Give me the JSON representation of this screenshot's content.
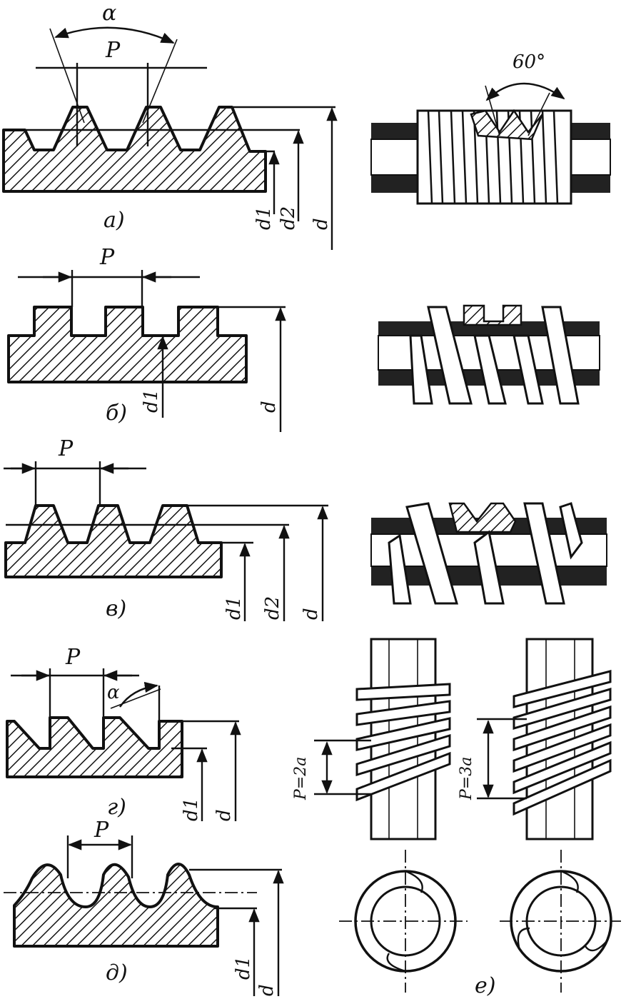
{
  "figure": {
    "panel_labels": {
      "a": "а)",
      "b": "б)",
      "v": "в)",
      "g": "г)",
      "d": "д)",
      "e": "е)"
    },
    "a": {
      "angle_symbol": "α",
      "pitch": "P",
      "d1": "d1",
      "d2": "d2",
      "d": "d",
      "angle_value": "60°"
    },
    "b": {
      "pitch": "P",
      "d1": "d1",
      "d": "d"
    },
    "v": {
      "pitch": "P",
      "d1": "d1",
      "d2": "d2",
      "d": "d"
    },
    "g": {
      "pitch": "P",
      "angle_symbol": "α",
      "d1": "d1",
      "d": "d"
    },
    "d": {
      "pitch": "P",
      "d1": "d1",
      "d": "d"
    },
    "e": {
      "lead_double": "P=2a",
      "lead_triple": "P=3a"
    }
  }
}
